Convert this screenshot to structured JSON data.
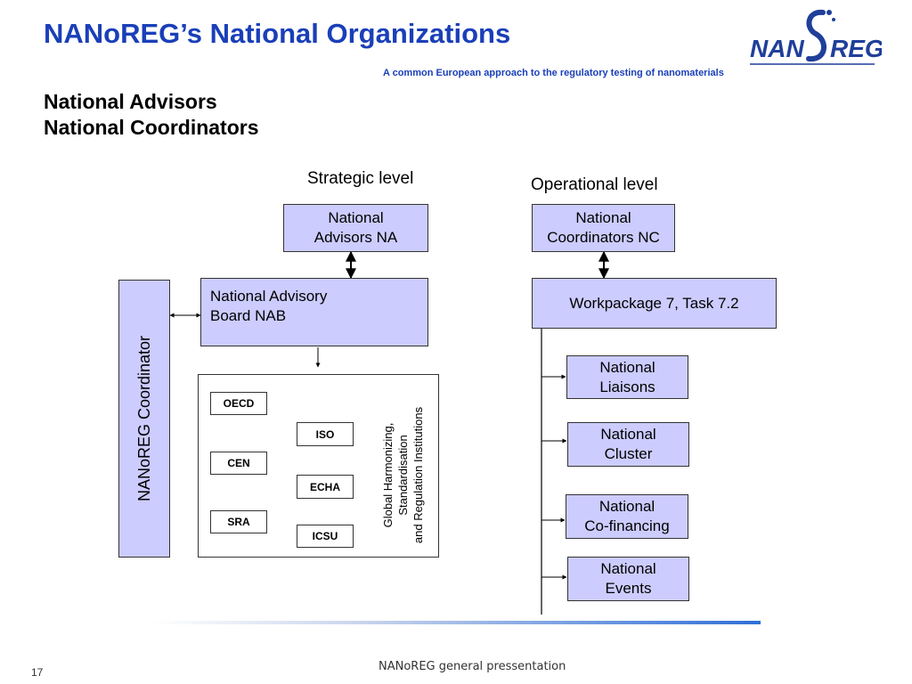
{
  "header": {
    "title": "NANoREG’s National Organizations",
    "subtitle": "A common European approach to the regulatory testing of nanomaterials",
    "logo_text": "NANoREG"
  },
  "headings": {
    "line1": "National Advisors",
    "line2": "National Coordinators"
  },
  "levels": {
    "strategic": "Strategic level",
    "operational": "Operational level"
  },
  "strategic": {
    "advisors_line1": "National",
    "advisors_line2": "Advisors NA",
    "board_line1": "National Advisory",
    "board_line2": "Board NAB",
    "coordinator": "NANoREG Coordinator",
    "institutions": [
      "OECD",
      "ISO",
      "CEN",
      "ECHA",
      "SRA",
      "ICSU"
    ],
    "institutions_label_line1": "Global Harmonizing,",
    "institutions_label_line2": "Standardisation",
    "institutions_label_line3": "and Regulation Institutions"
  },
  "operational": {
    "coordinators_line1": "National",
    "coordinators_line2": "Coordinators NC",
    "workpackage": "Workpackage 7, Task 7.2",
    "items": [
      {
        "line1": "National",
        "line2": "Liaisons"
      },
      {
        "line1": "National",
        "line2": "Cluster"
      },
      {
        "line1": "National",
        "line2": "Co-financing"
      },
      {
        "line1": "National",
        "line2": "Events"
      }
    ]
  },
  "footer": {
    "text": "NANoREG general pressentation",
    "page": "17"
  },
  "colors": {
    "title": "#1a3fb8",
    "box_fill": "#ccccff",
    "logo": "#1f3f9a"
  }
}
